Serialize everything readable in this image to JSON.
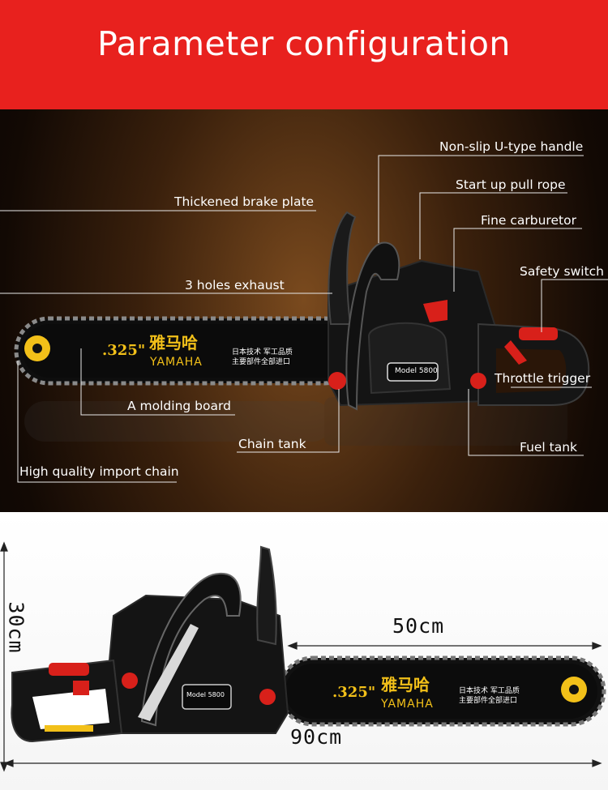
{
  "header": {
    "title": "Parameter configuration"
  },
  "callouts": {
    "handle": "Non-slip U-type handle",
    "pull_rope": "Start up pull rope",
    "brake_plate": "Thickened brake plate",
    "carburetor": "Fine carburetor",
    "safety_switch": "Safety switch",
    "exhaust": "3 holes exhaust",
    "throttle": "Throttle trigger",
    "molding_board": "A molding board",
    "chain_tank": "Chain tank",
    "fuel_tank": "Fuel tank",
    "chain": "High quality import chain"
  },
  "product": {
    "bar_pitch": ".325\"",
    "bar_brand_cn": "雅马哈",
    "bar_brand": "YAMAHA",
    "bar_info_line1": "日本技术 军工品质",
    "bar_info_line2": "主要部件全部进口",
    "model_plate": "Model 5800"
  },
  "dimensions": {
    "height": "30cm",
    "bar_length": "50cm",
    "total_length": "90cm"
  },
  "colors": {
    "header": "#e8211e",
    "accent_red": "#d8201a",
    "body": "#111111"
  }
}
